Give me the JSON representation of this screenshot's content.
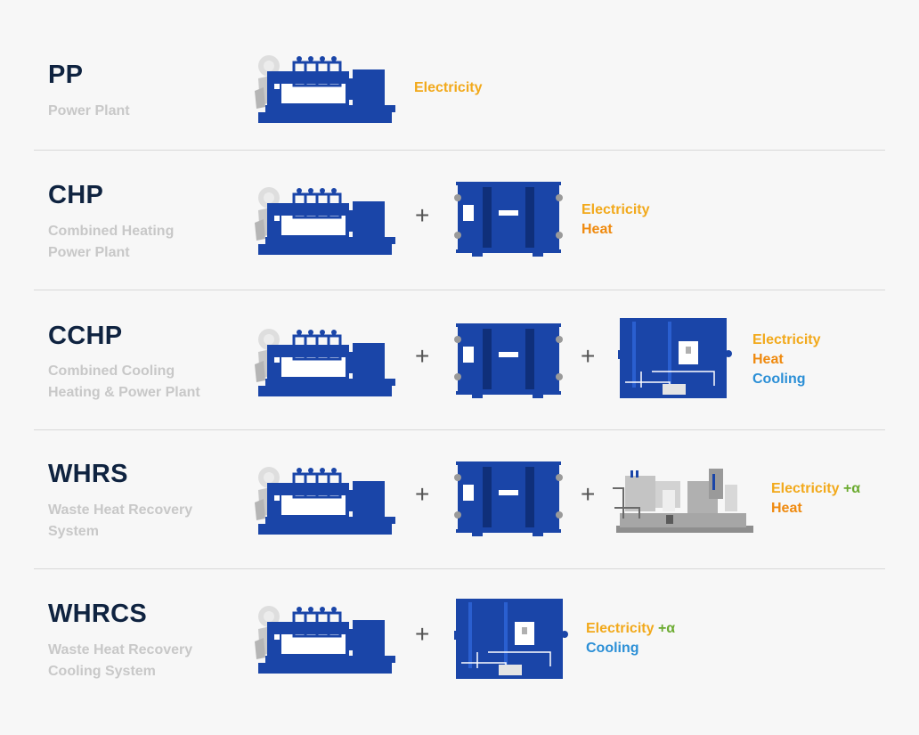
{
  "systems": [
    {
      "code": "PP",
      "desc": [
        "Power Plant"
      ],
      "outputs": [
        {
          "text": "Electricity",
          "type": "electricity"
        }
      ]
    },
    {
      "code": "CHP",
      "desc": [
        "Combined Heating",
        "Power Plant"
      ],
      "outputs": [
        {
          "text": "Electricity",
          "type": "electricity"
        },
        {
          "text": "Heat",
          "type": "heat"
        }
      ]
    },
    {
      "code": "CCHP",
      "desc": [
        "Combined Cooling",
        "Heating & Power Plant"
      ],
      "outputs": [
        {
          "text": "Electricity",
          "type": "electricity"
        },
        {
          "text": "Heat",
          "type": "heat"
        },
        {
          "text": "Cooling",
          "type": "cooling"
        }
      ]
    },
    {
      "code": "WHRS",
      "desc": [
        "Waste Heat Recovery",
        "System"
      ],
      "outputs": [
        {
          "text": "Electricity",
          "type": "electricity",
          "suffix": "+α"
        },
        {
          "text": "Heat",
          "type": "heat"
        }
      ]
    },
    {
      "code": "WHRCS",
      "desc": [
        "Waste Heat Recovery",
        "Cooling System"
      ],
      "outputs": [
        {
          "text": "Electricity",
          "type": "electricity",
          "suffix": "+α"
        },
        {
          "text": "Cooling",
          "type": "cooling"
        }
      ]
    }
  ],
  "plus_symbol": "+",
  "colors": {
    "equipment_blue": "#1a45a8",
    "electricity": "#f2a91b",
    "heat": "#ef8a0f",
    "cooling": "#2b8fd6",
    "alpha": "#6bab30",
    "code_text": "#0f2340",
    "desc_text": "#c8c8c8"
  }
}
